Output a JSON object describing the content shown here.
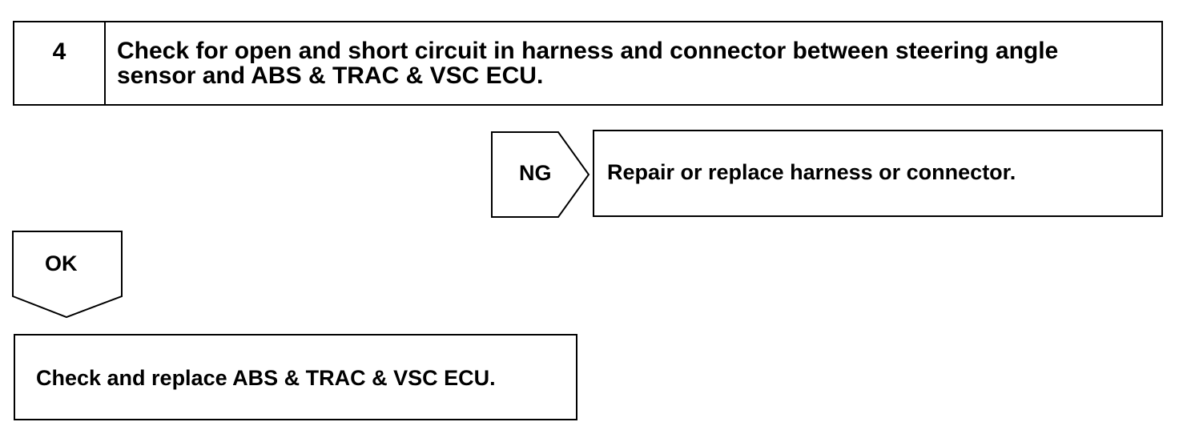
{
  "step": {
    "number": "4",
    "text": "Check for open and short circuit in harness and connector between steering angle sensor and ABS & TRAC & VSC ECU."
  },
  "ng_branch": {
    "label": "NG",
    "action": "Repair or replace harness or connector."
  },
  "ok_branch": {
    "label": "OK",
    "action": "Check and replace ABS & TRAC & VSC ECU."
  }
}
